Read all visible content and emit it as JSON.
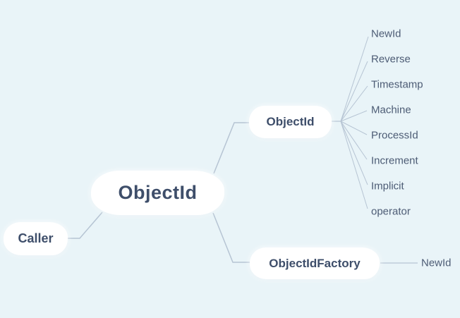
{
  "colors": {
    "background": "#e9f4f8",
    "node_fill": "#ffffff",
    "node_text": "#3e4e6a",
    "leaf_text": "#4d5c75",
    "line": "#b6c4d3"
  },
  "mindmap": {
    "root": {
      "label": "ObjectId"
    },
    "caller": {
      "label": "Caller"
    },
    "branches": [
      {
        "label": "ObjectId",
        "children": [
          "NewId",
          "Reverse",
          "Timestamp",
          "Machine",
          "ProcessId",
          "Increment",
          "Implicit",
          "operator"
        ]
      },
      {
        "label": "ObjectIdFactory",
        "children": [
          "NewId"
        ]
      }
    ]
  }
}
